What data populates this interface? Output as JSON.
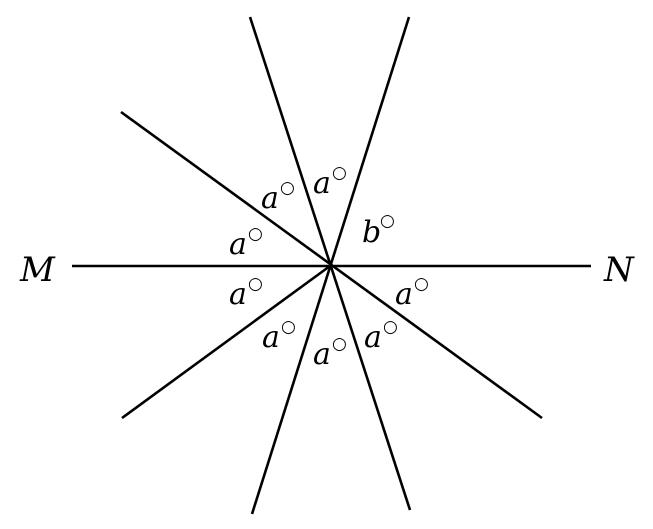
{
  "points": {
    "left": "M",
    "right": "N"
  },
  "angles": {
    "a": "a",
    "b": "b",
    "degree_symbol": "○"
  },
  "colors": {
    "line": "#000000",
    "background": "#ffffff"
  }
}
